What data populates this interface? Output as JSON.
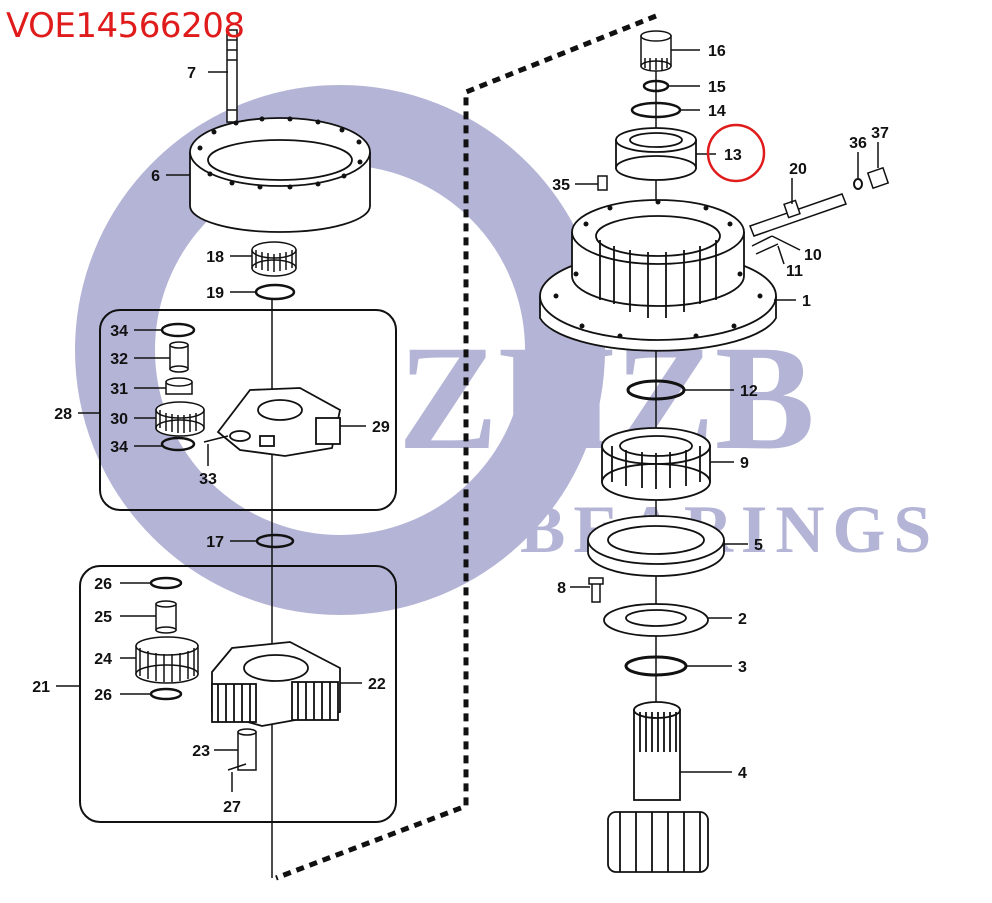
{
  "part_number": "VOE14566208",
  "watermark": {
    "brand": "ZHZB",
    "sub": "BEARINGS"
  },
  "highlight_color": "#e01b1b",
  "callouts": {
    "c1": "1",
    "c2": "2",
    "c3": "3",
    "c4": "4",
    "c5": "5",
    "c6": "6",
    "c7": "7",
    "c8": "8",
    "c9": "9",
    "c10": "10",
    "c11": "11",
    "c12": "12",
    "c13": "13",
    "c14": "14",
    "c15": "15",
    "c16": "16",
    "c17": "17",
    "c18": "18",
    "c19": "19",
    "c20": "20",
    "c21": "21",
    "c22": "22",
    "c23": "23",
    "c24": "24",
    "c25": "25",
    "c26a": "26",
    "c26b": "26",
    "c27": "27",
    "c28": "28",
    "c29": "29",
    "c30": "30",
    "c31": "31",
    "c32": "32",
    "c33": "33",
    "c34a": "34",
    "c34b": "34",
    "c35": "35",
    "c36": "36",
    "c37": "37"
  }
}
